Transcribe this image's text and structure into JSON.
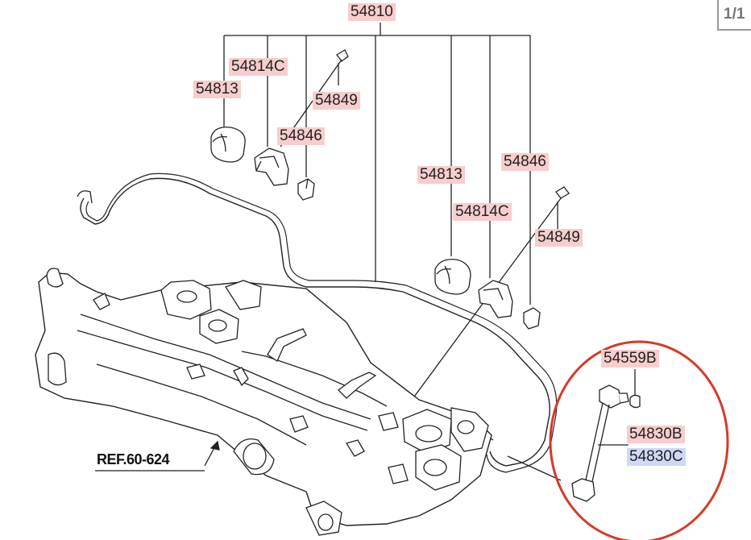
{
  "page_indicator": "1/1",
  "reference": "REF.60-624",
  "callouts": {
    "c54810": "54810",
    "c54814c_left": "54814C",
    "c54813_left": "54813",
    "c54849_left": "54849",
    "c54846_left": "54846",
    "c54813_right": "54813",
    "c54846_right": "54846",
    "c54814c_right": "54814C",
    "c54849_right": "54849",
    "c54559b": "54559B",
    "c54830b": "54830B",
    "c54830c": "54830C"
  },
  "colors": {
    "callout_bg": "#f7cdcd",
    "selected_bg": "#cfd8f7",
    "highlight_circle": "#d63a2a",
    "line": "#222222"
  }
}
